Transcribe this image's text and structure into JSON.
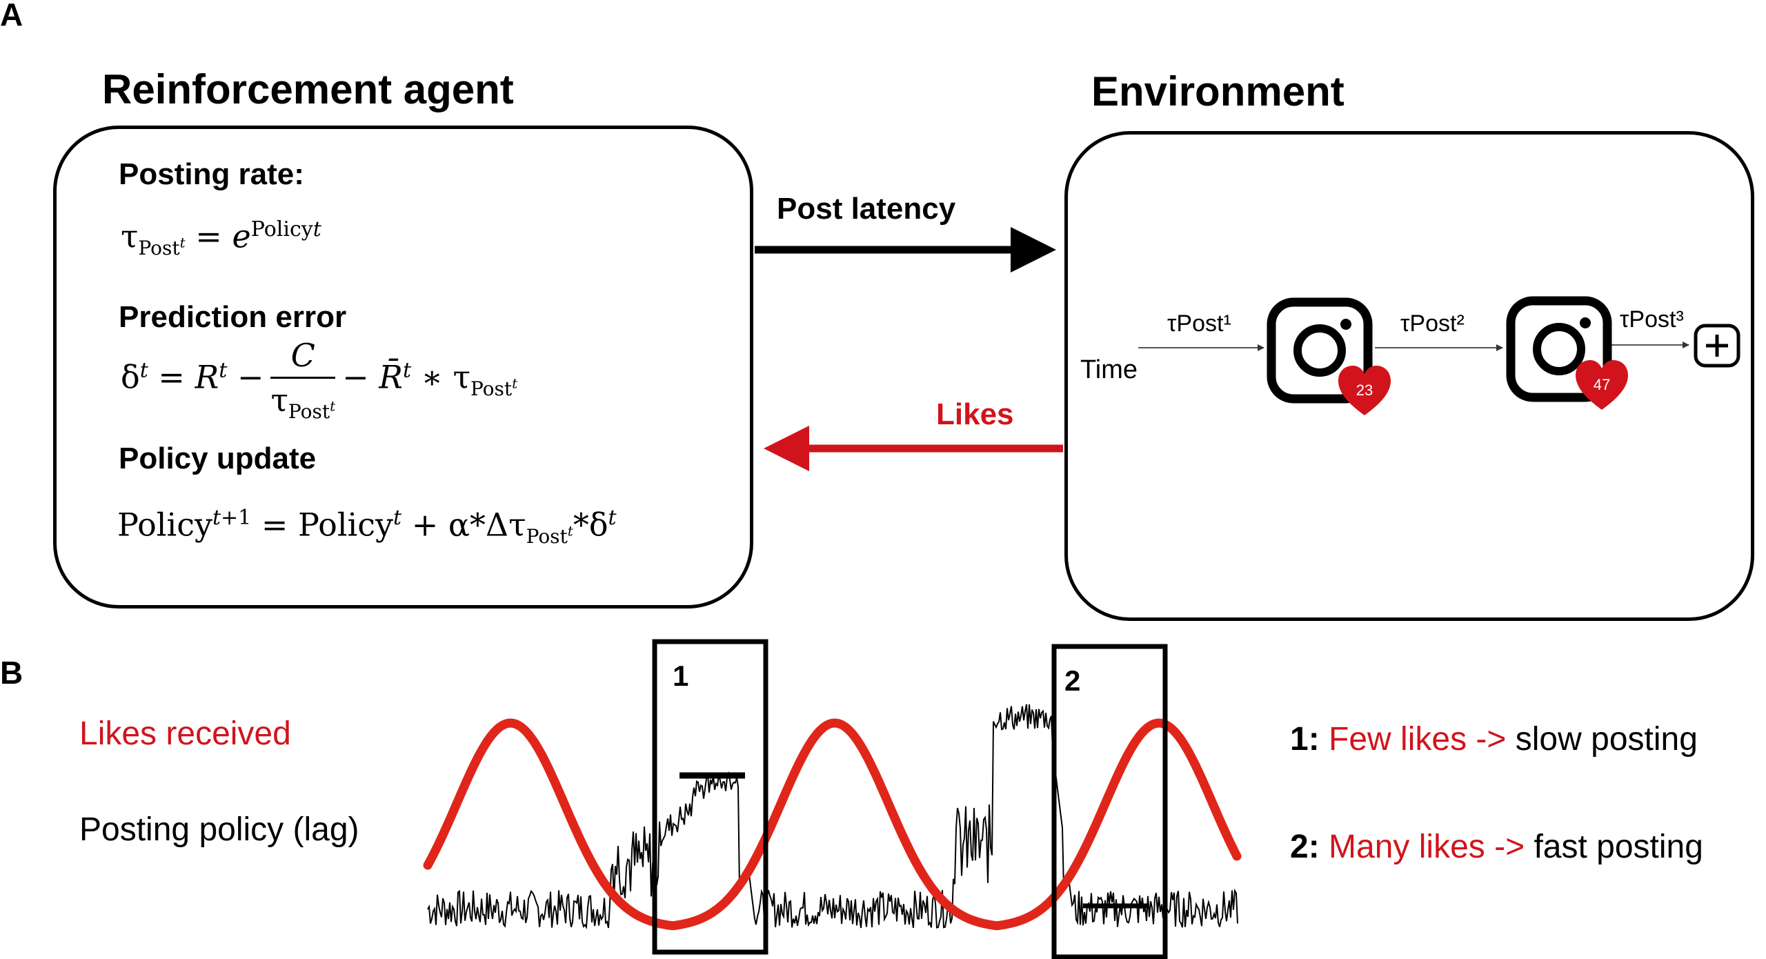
{
  "panel_a": {
    "letter": "A",
    "agent_title": "Reinforcement agent",
    "environment_title": "Environment",
    "posting_rate_label": "Posting rate:",
    "prediction_error_label": "Prediction error",
    "policy_update_label": "Policy update",
    "post_latency_label": "Post latency",
    "likes_label": "Likes",
    "timeline": {
      "time_label": "Time",
      "tau_labels": [
        "τPost¹",
        "τPost²",
        "τPost³"
      ],
      "like_counts": [
        "23",
        "47"
      ]
    }
  },
  "panel_b": {
    "letter": "B",
    "legend_likes": "Likes received",
    "legend_policy": "Posting policy (lag)",
    "box_labels": [
      "1",
      "2"
    ],
    "notes": [
      {
        "num": "1:",
        "red": "Few likes ->",
        "black": " slow posting"
      },
      {
        "num": "2:",
        "red": "Many likes ->",
        "black": " fast posting"
      }
    ]
  },
  "colors": {
    "accent_red": "#d1141c",
    "likes_curve": "#e0261a",
    "line": "#000000"
  }
}
